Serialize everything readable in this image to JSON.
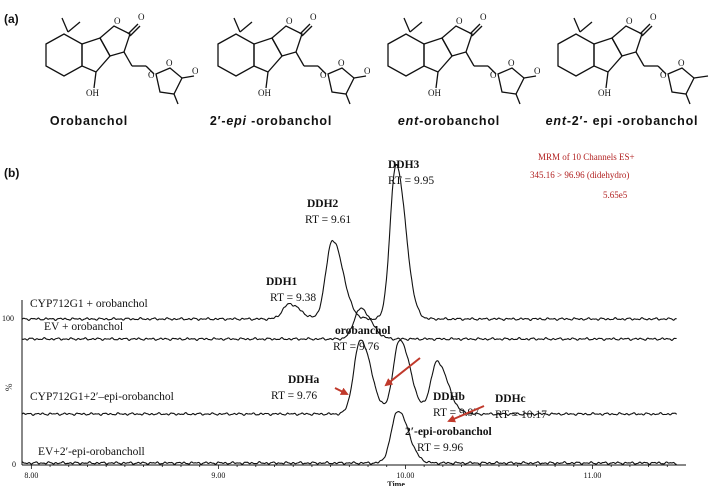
{
  "panel_a": {
    "label": "(a)",
    "compounds": [
      {
        "pre": "",
        "italic": "",
        "post": "Orobanchol"
      },
      {
        "pre": "2′-",
        "italic": "epi",
        "post": " -orobanchol"
      },
      {
        "pre": "",
        "italic": "ent",
        "post": "-orobanchol"
      },
      {
        "pre": "",
        "italic": "ent",
        "post": "-2′- epi -orobanchol"
      }
    ]
  },
  "panel_b": {
    "label": "(b)",
    "mrm": {
      "line1": "MRM of 10 Channels ES+",
      "line2": "345.16 > 96.96 (didehydro)",
      "line3": "5.65e5"
    }
  },
  "chart_data": {
    "type": "line",
    "xlabel": "Time",
    "ylabel": "%",
    "y_tick_labels": [
      "100",
      "0"
    ],
    "xlim": [
      7.95,
      11.5
    ],
    "xticks": [
      "8.00",
      "9.00",
      "10.00",
      "11.00"
    ],
    "series": [
      {
        "name": "CYP712G1 + orobanchol",
        "peaks": [
          {
            "x": 9.38,
            "height": 0.16
          },
          {
            "x": 9.61,
            "height": 0.83
          },
          {
            "x": 9.95,
            "height": 1.63
          }
        ]
      },
      {
        "name": "EV + orobanchol",
        "peaks": [
          {
            "x": 9.76,
            "height": 0.32
          }
        ]
      },
      {
        "name": "CYP712G1+2′–epi-orobanchol",
        "peaks": [
          {
            "x": 9.76,
            "height": 0.78
          },
          {
            "x": 9.97,
            "height": 0.78
          },
          {
            "x": 10.17,
            "height": 0.55
          }
        ]
      },
      {
        "name": "EV+2′-epi-orobancholl",
        "peaks": [
          {
            "x": 9.96,
            "height": 0.55
          }
        ]
      }
    ],
    "annotations": [
      {
        "name": "DDH1",
        "rt": "RT = 9.38"
      },
      {
        "name": "DDH2",
        "rt": "RT = 9.61"
      },
      {
        "name": "DDH3",
        "rt": "RT = 9.95"
      },
      {
        "name": "orobanchol",
        "rt": "RT = 9.76"
      },
      {
        "name": "DDHb",
        "rt": "RT = 9.97"
      },
      {
        "name": "DDHa",
        "rt": "RT = 9.76"
      },
      {
        "name": "DDHc",
        "rt": "RT = 10.17"
      },
      {
        "name": "2′-epi-orobanchol",
        "rt": "RT = 9.96"
      }
    ],
    "arrow_color": "#c0392b"
  }
}
